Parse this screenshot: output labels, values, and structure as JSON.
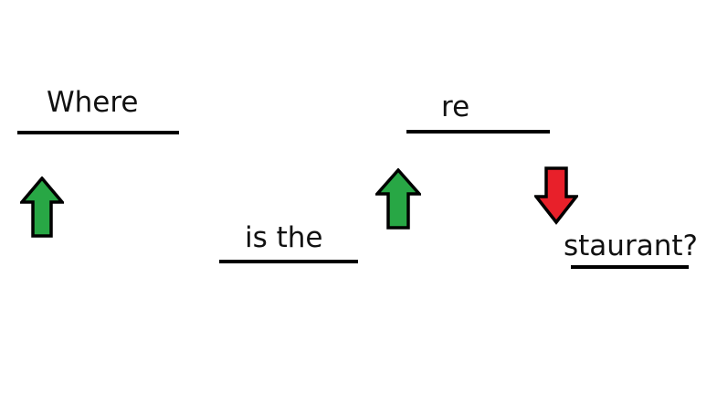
{
  "words": [
    {
      "text": "Where",
      "pitch": "high"
    },
    {
      "text": "is the",
      "pitch": "low"
    },
    {
      "text": "re",
      "pitch": "high"
    },
    {
      "text": "staurant?",
      "pitch": "low"
    }
  ],
  "arrows": [
    {
      "direction": "up",
      "color": "#28a745",
      "icon": "arrow-up-icon"
    },
    {
      "direction": "up",
      "color": "#28a745",
      "icon": "arrow-up-icon"
    },
    {
      "direction": "down",
      "color": "#e8202a",
      "icon": "arrow-down-icon"
    }
  ]
}
